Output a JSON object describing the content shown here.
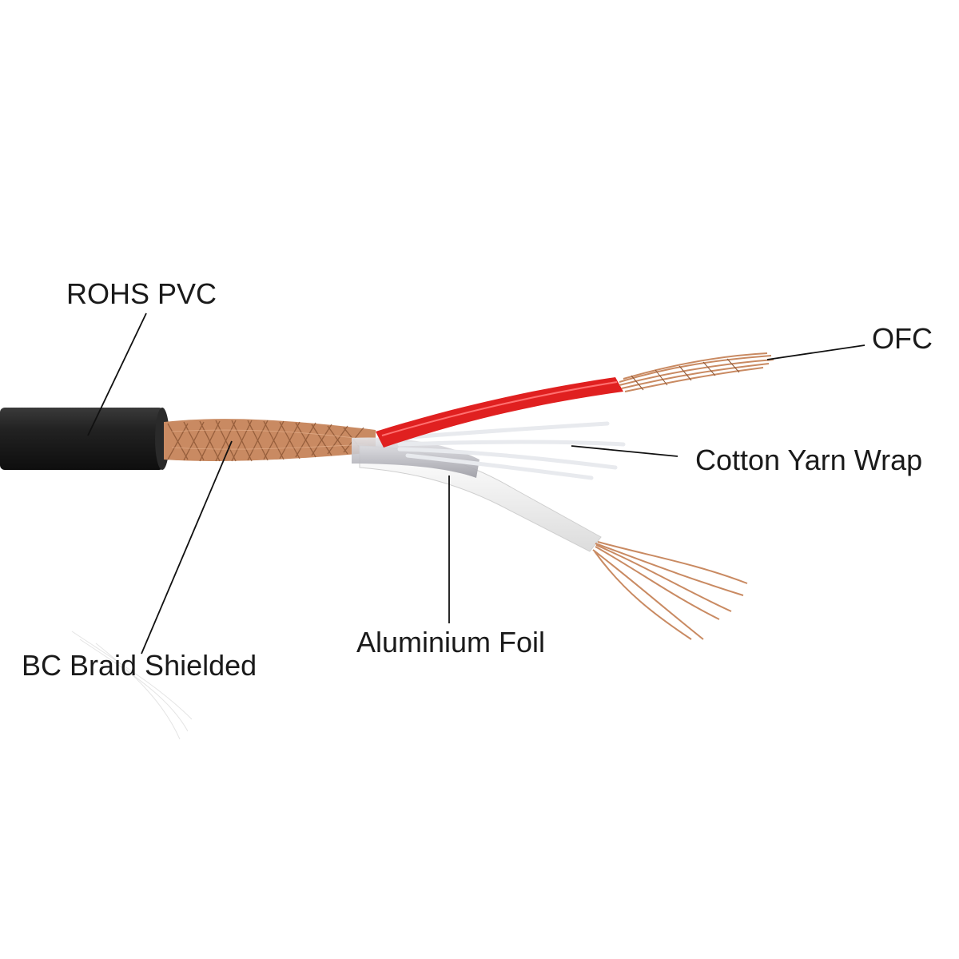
{
  "labels": {
    "rohs_pvc": "ROHS PVC",
    "ofc": "OFC",
    "cotton_yarn_wrap": "Cotton Yarn Wrap",
    "aluminium_foil": "Aluminium Foil",
    "bc_braid_shielded": "BC Braid Shielded"
  },
  "colors": {
    "jacket": "#1c1c1c",
    "copper": "#c98a62",
    "red_insulation": "#e02020",
    "white_insulation": "#f2f2f2",
    "foil": "#c8c8cc",
    "leader_line": "#111111"
  }
}
